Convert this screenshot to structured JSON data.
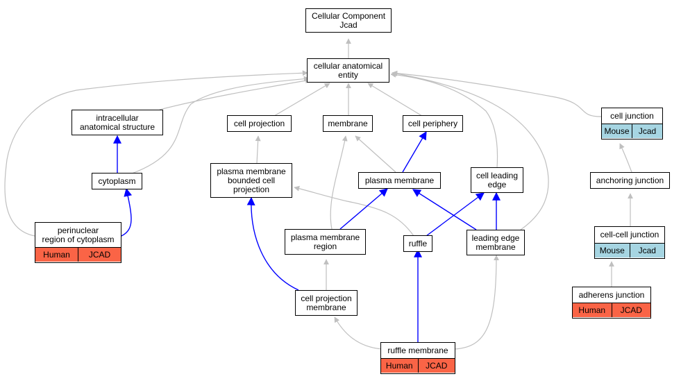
{
  "colors": {
    "is_a_edge": "#bfbfbf",
    "part_of_edge": "#0000ff",
    "human_annotation": "#fa6446",
    "mouse_annotation": "#a6d5e2"
  },
  "nodes": {
    "cellular_component_jcad": "Cellular Component\nJcad",
    "cellular_anatomical_entity": "cellular anatomical\nentity",
    "intracellular_anatomical_structure": "intracellular\nanatomical structure",
    "cell_projection": "cell projection",
    "membrane": "membrane",
    "cell_periphery": "cell periphery",
    "cell_junction": "cell junction",
    "cytoplasm": "cytoplasm",
    "plasma_membrane_bounded_cell_projection": "plasma membrane\nbounded cell\nprojection",
    "plasma_membrane": "plasma membrane",
    "cell_leading_edge": "cell leading\nedge",
    "anchoring_junction": "anchoring junction",
    "perinuclear_region_of_cytoplasm": "perinuclear\nregion of cytoplasm",
    "plasma_membrane_region": "plasma membrane\nregion",
    "ruffle": "ruffle",
    "leading_edge_membrane": "leading edge\nmembrane",
    "cell_cell_junction": "cell-cell junction",
    "cell_projection_membrane": "cell projection\nmembrane",
    "adherens_junction": "adherens junction",
    "ruffle_membrane": "ruffle membrane"
  },
  "annotations": {
    "perinuclear_region_of_cytoplasm": {
      "species": "Human",
      "gene": "JCAD"
    },
    "cell_junction": {
      "species": "Mouse",
      "gene": "Jcad"
    },
    "cell_cell_junction": {
      "species": "Mouse",
      "gene": "Jcad"
    },
    "adherens_junction": {
      "species": "Human",
      "gene": "JCAD"
    },
    "ruffle_membrane": {
      "species": "Human",
      "gene": "JCAD"
    }
  }
}
